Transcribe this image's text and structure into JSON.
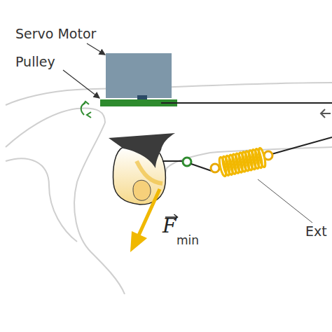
{
  "diagram": {
    "labels": [
      "Servo Motor",
      "Pulley",
      "F",
      "min",
      "Ext"
    ]
  }
}
